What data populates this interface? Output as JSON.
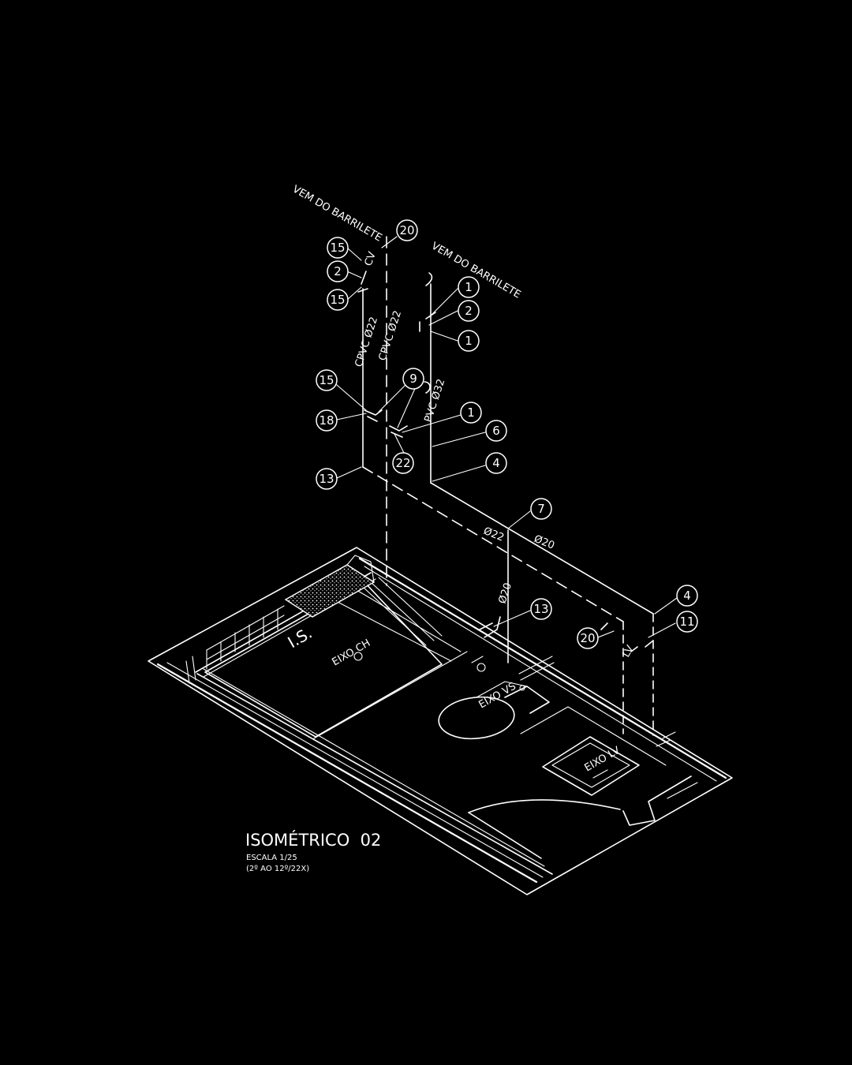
{
  "drawing": {
    "title": "ISOMÉTRICO  02",
    "scale_note": "ESCALA 1/25",
    "floor_note": "(2º AO 12º/22X)",
    "labels": {
      "barrilete_left": "VEM DO BARRILETE",
      "barrilete_right": "VEM DO BARRILETE",
      "cpvc_22_a": "CPVC Ø22",
      "cpvc_22_b": "CPVC Ø22",
      "pvc_32": "PVC Ø32",
      "d22": "Ø22",
      "d20_h": "Ø20",
      "d20_v": "Ø20",
      "cv": "CV",
      "lv": "LV",
      "room": "I.S.",
      "eixo_ch": "EIXO CH",
      "eixo_vs": "EIXO VS",
      "eixo_lv": "EIXO LV"
    },
    "callouts": [
      "20",
      "15",
      "2",
      "15",
      "1",
      "2",
      "1",
      "15",
      "9",
      "18",
      "1",
      "6",
      "22",
      "4",
      "13",
      "7",
      "4",
      "13",
      "20",
      "11"
    ]
  },
  "colors": {
    "background": "#000000",
    "line": "#ffffff"
  }
}
